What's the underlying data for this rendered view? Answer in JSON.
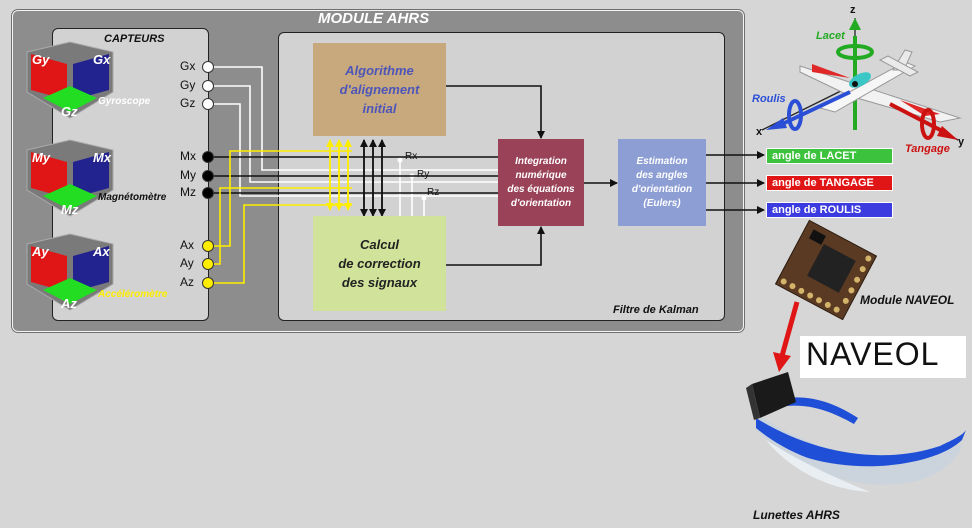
{
  "module": {
    "title": "MODULE AHRS",
    "sensors_title": "CAPTEURS",
    "kalman_label": "Filtre de Kalman"
  },
  "sensors": [
    {
      "name": "Gyroscope",
      "labels": {
        "top_left": "Gy",
        "top_right": "Gx",
        "bottom": "Gz"
      },
      "face_colors": {
        "left": "#e01616",
        "right": "#23238f",
        "bottom": "#22dd22"
      },
      "label_color": "#ffffff",
      "name_color": "#ffffff"
    },
    {
      "name": "Magnétomètre",
      "labels": {
        "top_left": "My",
        "top_right": "Mx",
        "bottom": "Mz"
      },
      "face_colors": {
        "left": "#e01616",
        "right": "#23238f",
        "bottom": "#22dd22"
      },
      "label_color": "#ffffff",
      "name_color": "#111111"
    },
    {
      "name": "Accéléromètre",
      "labels": {
        "top_left": "Ay",
        "top_right": "Ax",
        "bottom": "Az"
      },
      "face_colors": {
        "left": "#e01616",
        "right": "#23238f",
        "bottom": "#22dd22"
      },
      "label_color": "#ffffff",
      "name_color": "#ffee00"
    }
  ],
  "pins": [
    {
      "label": "Gx",
      "fill": "#ffffff"
    },
    {
      "label": "Gy",
      "fill": "#ffffff"
    },
    {
      "label": "Gz",
      "fill": "#ffffff"
    },
    {
      "label": "Mx",
      "fill": "#000000"
    },
    {
      "label": "My",
      "fill": "#000000"
    },
    {
      "label": "Mz",
      "fill": "#000000"
    },
    {
      "label": "Ax",
      "fill": "#ffee00"
    },
    {
      "label": "Ay",
      "fill": "#ffee00"
    },
    {
      "label": "Az",
      "fill": "#ffee00"
    }
  ],
  "blocks": {
    "alignment": {
      "text": "Algorithme d'alignement initial",
      "lines": [
        "Algorithme",
        "d'alignement",
        "initial"
      ],
      "color": "#c8a97e",
      "text_color": "#4d56b8"
    },
    "correction": {
      "text": "Calcul de correction des signaux",
      "lines": [
        "Calcul",
        "de correction",
        "des signaux"
      ],
      "color": "#d1e29a",
      "text_color": "#222222"
    },
    "integration": {
      "text": "Integration numérique des équations d'orientation",
      "lines": [
        "Integration",
        "numérique",
        "des équations",
        "d'orientation"
      ],
      "color": "#9a4257",
      "text_color": "#ffffff"
    },
    "estimation": {
      "text": "Estimation des angles d'orientation (Eulers)",
      "lines": [
        "Estimation",
        "des angles",
        "d'orientation",
        "(Eulers)"
      ],
      "color": "#8d9ed4",
      "text_color": "#ffffff"
    }
  },
  "signals": [
    "Rx",
    "Ry",
    "Rz"
  ],
  "outputs": [
    {
      "label": "angle de LACET",
      "color": "#3cc23c"
    },
    {
      "label": "angle de TANGAGE",
      "color": "#e01616"
    },
    {
      "label": "angle de ROULIS",
      "color": "#3b3be0"
    }
  ],
  "airplane": {
    "axes": {
      "z": "z",
      "x": "x",
      "y": "y"
    },
    "rotations": [
      {
        "label": "Lacet",
        "color": "#22aa22"
      },
      {
        "label": "Roulis",
        "color": "#2a4fd6"
      },
      {
        "label": "Tangage",
        "color": "#cc1111"
      }
    ]
  },
  "device": {
    "module_label": "Module NAVEOL",
    "brand": "NAVEOL",
    "glasses_label": "Lunettes AHRS"
  }
}
